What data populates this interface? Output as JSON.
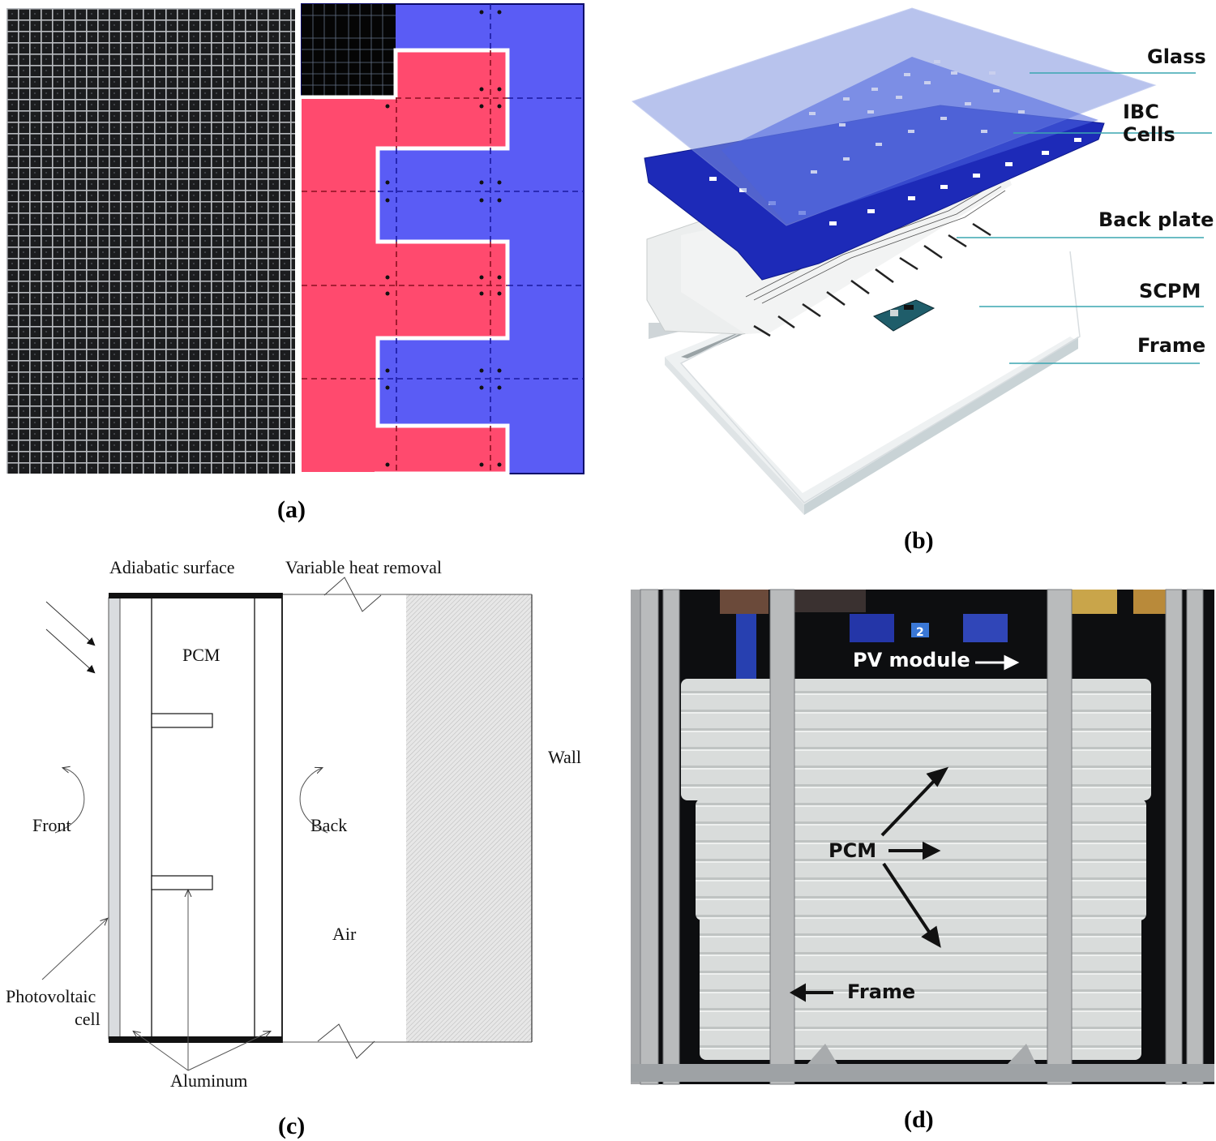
{
  "panels": {
    "a": {
      "caption": "(a)",
      "left_image": "solar-cell-grid-photo",
      "right_diagram": "interdigitated-back-contact-layout",
      "colors": {
        "positive": "#ff4a6e",
        "negative": "#5a5cf5",
        "background_cell": "#050505",
        "border": "#ffffff"
      }
    },
    "b": {
      "caption": "(b)",
      "layers": [
        {
          "label": "Glass"
        },
        {
          "label": "IBC Cells"
        },
        {
          "label": "Back plate"
        },
        {
          "label": "SCPM"
        },
        {
          "label": "Frame"
        }
      ],
      "colors": {
        "glass": "#8fa4e8",
        "cells": "#1f2fc0",
        "leader": "#3aa6b0"
      }
    },
    "c": {
      "caption": "(c)",
      "top_left_label": "Adiabatic surface",
      "top_right_label": "Variable heat removal",
      "pcm_label": "PCM",
      "front_label": "Front",
      "back_label": "Back",
      "air_label": "Air",
      "wall_label": "Wall",
      "pv_label_line1": "Photovoltaic",
      "pv_label_line2": "cell",
      "aluminum_label": "Aluminum"
    },
    "d": {
      "caption": "(d)",
      "pv_module_label": "PV module",
      "pcm_label": "PCM",
      "frame_label": "Frame",
      "sign_number": "2"
    }
  }
}
